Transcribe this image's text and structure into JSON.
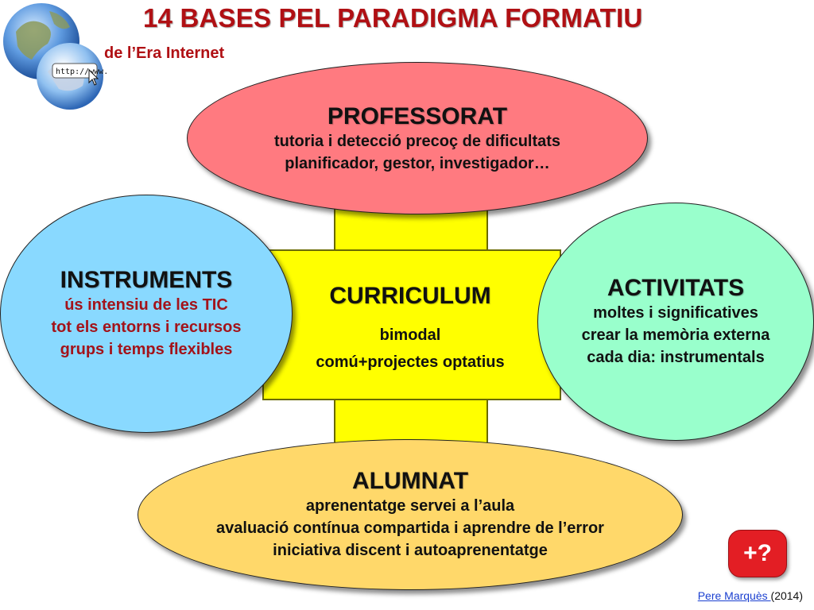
{
  "header": {
    "title": "14 BASES PEL PARADIGMA FORMATIU",
    "subtitle": "de l’Era Internet",
    "globe_label": "http://www."
  },
  "nodes": {
    "professorat": {
      "heading": "PROFESSORAT",
      "lines": [
        "tutoria i detecció precoç de dificultats",
        "planificador, gestor, investigador…"
      ]
    },
    "instruments": {
      "heading": "INSTRUMENTS",
      "lines": [
        "ús intensiu de les TIC",
        "tot els entorns i recursos",
        "grups i temps flexibles"
      ]
    },
    "curriculum": {
      "heading": "CURRICULUM",
      "lines": [
        "bimodal",
        "comú+projectes optatius"
      ]
    },
    "activitats": {
      "heading": "ACTIVITATS",
      "lines": [
        "moltes i significatives",
        "crear la memòria externa",
        "cada dia: instrumentals"
      ]
    },
    "alumnat": {
      "heading": "ALUMNAT",
      "lines": [
        "aprenentatge servei a l’aula",
        "avaluació contínua compartida i aprendre de l’error",
        "iniciativa discent i autoaprenentatge"
      ]
    }
  },
  "more_button": {
    "label": "+?"
  },
  "credit": {
    "author": "Pere Marquès ",
    "year": "(2014)"
  },
  "colors": {
    "title": "#b01014",
    "professorat": "#ff7a80",
    "instruments": "#89d9ff",
    "curriculum": "#ffff00",
    "activitats": "#99ffcc",
    "alumnat": "#ffd86a",
    "more_button": "#e31e24"
  }
}
